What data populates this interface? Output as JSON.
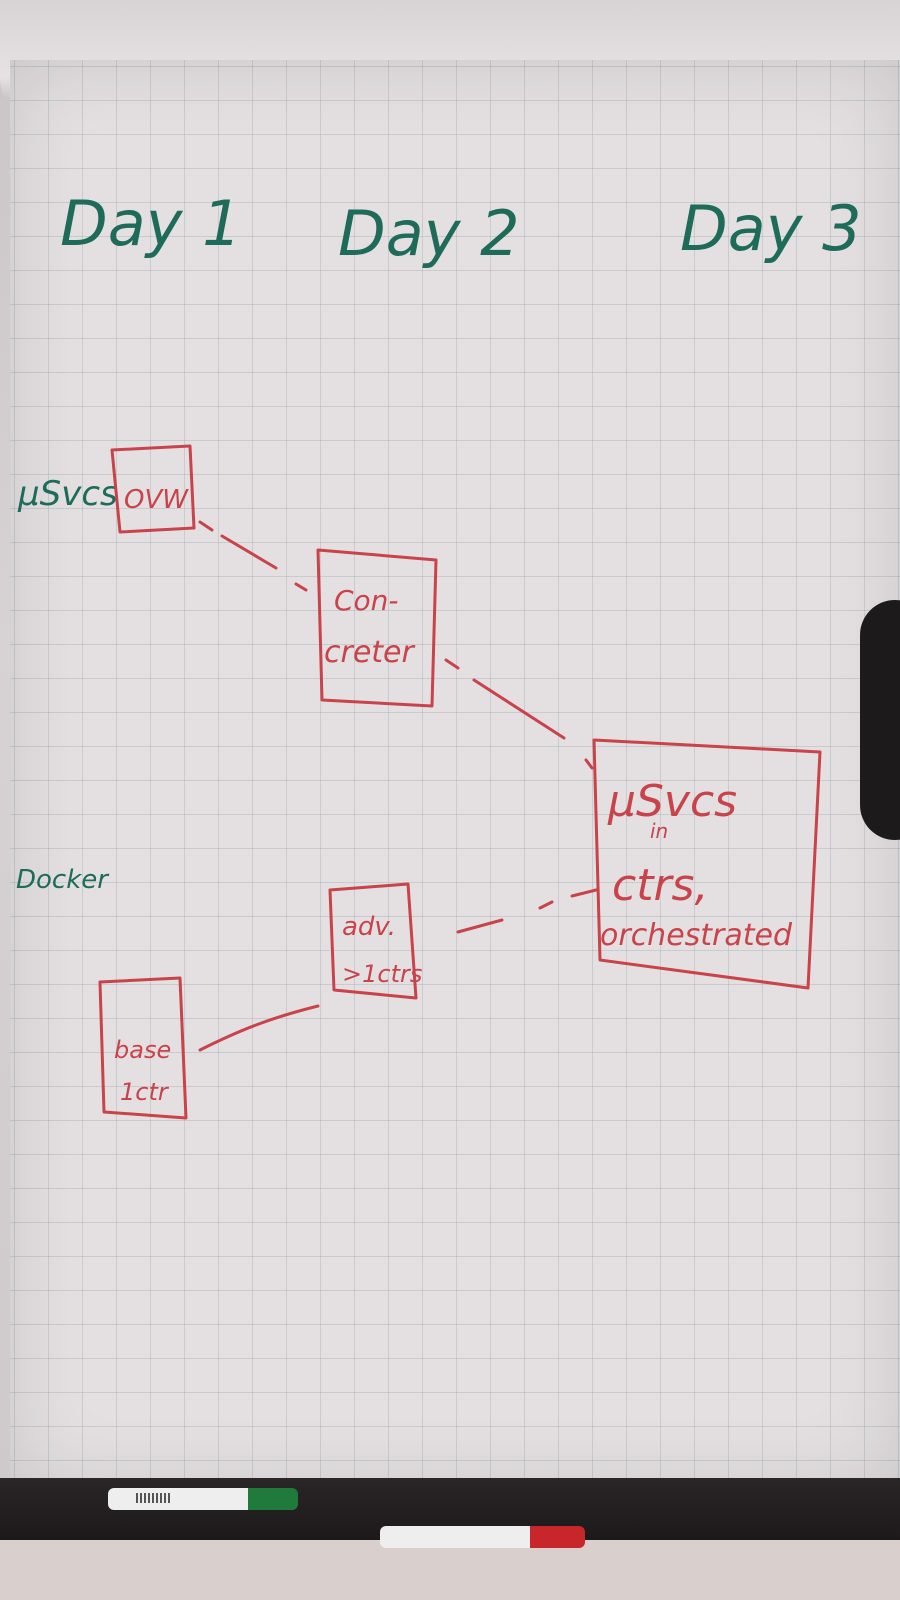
{
  "column_headers": [
    "Day 1",
    "Day 2",
    "Day 3"
  ],
  "row_labels": {
    "microservices": "μSvcs",
    "docker": "Docker"
  },
  "boxes": {
    "overview": [
      "OVW"
    ],
    "concretes": [
      "Con-",
      "creter"
    ],
    "msvcs_in_ctrs": [
      "μSvcs",
      "in",
      "ctrs,",
      "orchestrated"
    ],
    "adv_ctrs": [
      "adv.",
      ">1ctrs"
    ],
    "base_ctr": [
      "base",
      "1ctr"
    ]
  },
  "colors": {
    "green_ink": "#1f6b5a",
    "red_ink": "#c8434a",
    "paper": "#e4e0e2",
    "green_marker_cap": "#1f7a3c",
    "red_marker_cap": "#c7262a"
  }
}
